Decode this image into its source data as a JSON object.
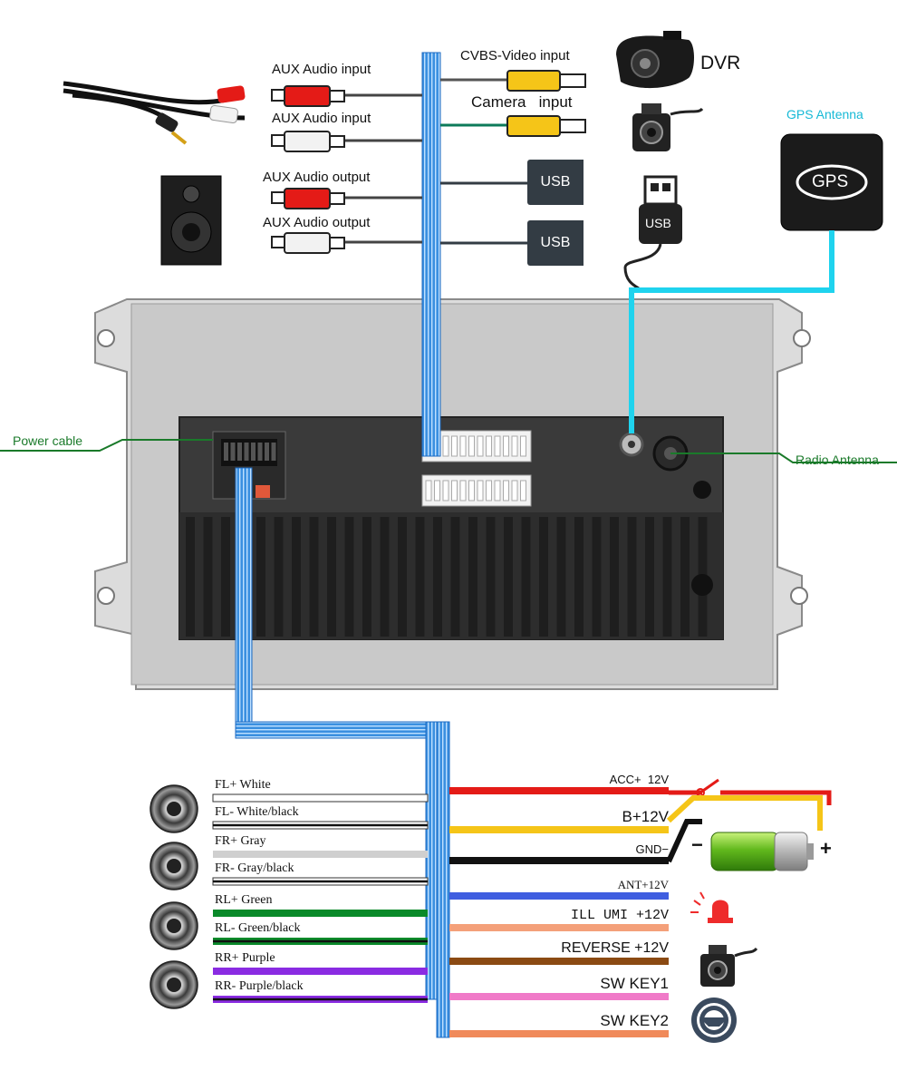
{
  "top_left": {
    "aux_in_1": "AUX Audio input",
    "aux_in_2": "AUX Audio input",
    "aux_out_1": "AUX Audio output",
    "aux_out_2": "AUX Audio output"
  },
  "top_right": {
    "cvbs": "CVBS-Video input",
    "camera": "Camera   input",
    "dvr": "DVR",
    "usb_1": "USB",
    "usb_2": "USB",
    "usb_stick": "USB",
    "gps_antenna": "GPS Antenna",
    "gps_box": "GPS"
  },
  "unit": {
    "power_cable": "Power cable",
    "radio_antenna": "Radio Antenna"
  },
  "speakers": [
    {
      "plus": "FL+ White",
      "minus": "FL- White/black",
      "plus_color": "#ffffff",
      "minus_color": "#ffffff"
    },
    {
      "plus": "FR+ Gray",
      "minus": "FR- Gray/black",
      "plus_color": "#cfcfcf",
      "minus_color": "#ffffff"
    },
    {
      "plus": "RL+ Green",
      "minus": "RL- Green/black",
      "plus_color": "#0a8a2a",
      "minus_color": "#0a8a2a"
    },
    {
      "plus": "RR+ Purple",
      "minus": "RR- Purple/black",
      "plus_color": "#8a2be2",
      "minus_color": "#8a2be2"
    }
  ],
  "power_wires": [
    {
      "label": "ACC+  12V",
      "color": "#e41b17"
    },
    {
      "label": "B+12V",
      "color": "#f5c518"
    },
    {
      "label": "GND−",
      "color": "#111111"
    },
    {
      "label": "ANT+12V",
      "color": "#3f5ee0"
    },
    {
      "label": "ILL UMI +12V",
      "color": "#f4a07a"
    },
    {
      "label": "REVERSE +12V",
      "color": "#8b4a13"
    },
    {
      "label": "SW KEY1",
      "color": "#f07ac8"
    },
    {
      "label": "SW KEY2",
      "color": "#f08a5a"
    }
  ],
  "battery": {
    "minus": "−",
    "plus": "+"
  }
}
